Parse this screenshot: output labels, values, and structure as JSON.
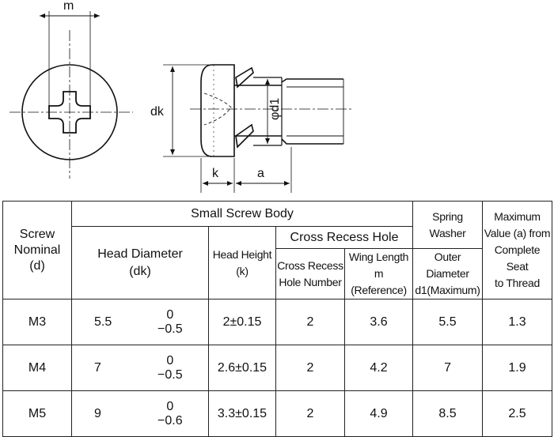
{
  "drawing": {
    "labels": {
      "m": "m",
      "dk": "dk",
      "k": "k",
      "a": "a",
      "d1": "φd1"
    }
  },
  "table": {
    "header": {
      "screw_nominal": [
        "Screw",
        "Nominal",
        "(d)"
      ],
      "small_screw_body": "Small Screw Body",
      "head_diameter": [
        "Head Diameter",
        "(dk)"
      ],
      "head_height": [
        "Head Height",
        "(k)"
      ],
      "cross_recess_hole": "Cross Recess Hole",
      "cross_recess_hole_number": [
        "Cross Recess",
        "Hole Number"
      ],
      "wing_length": [
        "Wing Length m",
        "(Reference)"
      ],
      "spring_washer": "Spring Washer",
      "outer_diameter": [
        "Outer Diameter",
        "d1(Maximum)"
      ],
      "max_value": [
        "Maximum",
        "Value (a) from",
        "Complete Seat",
        "to Thread"
      ]
    },
    "rows": [
      {
        "nominal": "M3",
        "dk": "5.5",
        "tol_upper": "0",
        "tol_lower": "−0.5",
        "k": "2±0.15",
        "hole_no": "2",
        "wing": "3.6",
        "d1": "5.5",
        "a": "1.3"
      },
      {
        "nominal": "M4",
        "dk": "7",
        "tol_upper": "0",
        "tol_lower": "−0.5",
        "k": "2.6±0.15",
        "hole_no": "2",
        "wing": "4.2",
        "d1": "7",
        "a": "1.9"
      },
      {
        "nominal": "M5",
        "dk": "9",
        "tol_upper": "0",
        "tol_lower": "−0.6",
        "k": "3.3±0.15",
        "hole_no": "2",
        "wing": "4.9",
        "d1": "8.5",
        "a": "2.5"
      }
    ]
  }
}
